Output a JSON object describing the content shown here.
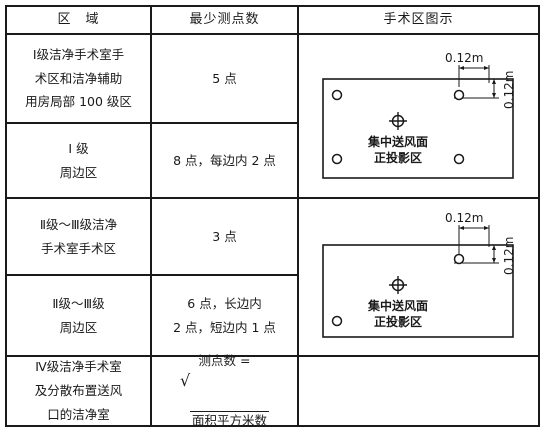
{
  "header": {
    "col_zone": "区　域",
    "col_min_points": "最少测点数",
    "col_diagram": "手术区图示"
  },
  "rows": [
    {
      "zone": "Ⅰ级洁净手术室手\n术区和洁净辅助\n用房局部 100 级区",
      "points": "5 点"
    },
    {
      "zone": "Ⅰ 级\n周边区",
      "points": "8 点，每边内 2 点"
    },
    {
      "zone": "Ⅱ级～Ⅲ级洁净\n手术室手术区",
      "points": "3 点"
    },
    {
      "zone": "Ⅱ级～Ⅲ级\n周边区",
      "points": "6 点，长边内\n2 点，短边内 1 点"
    },
    {
      "zone": "Ⅳ级洁净手术室\n及分散布置送风\n口的洁净室",
      "points_line1": "测点数 =",
      "points_radicand": "面积平方米数"
    }
  ],
  "diagrams": [
    {
      "dim_h": "0.12m",
      "dim_v": "0.12m",
      "caption": "集中送风面\n正投影区",
      "corner_points": 4,
      "center_point": true
    },
    {
      "dim_h": "0.12m",
      "dim_v": "0.12m",
      "caption": "集中送风面\n正投影区",
      "corner_points": 2,
      "center_point": true
    }
  ]
}
